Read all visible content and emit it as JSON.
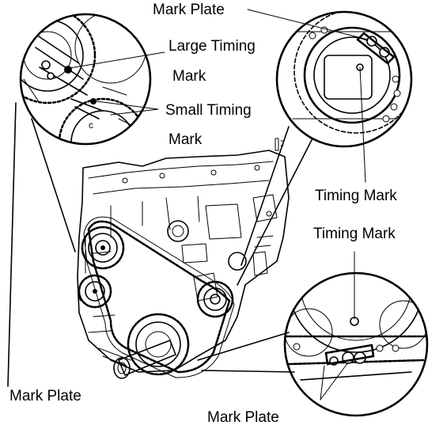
{
  "labels": {
    "mark_plate_top": "Mark Plate",
    "large_timing_line1": "Large Timing",
    "large_timing_line2": "Mark",
    "small_timing_line1": "Small Timing",
    "small_timing_line2": "Mark",
    "timing_mark_right": "Timing Mark",
    "timing_mark_lower": "Timing Mark",
    "mark_plate_left": "Mark Plate",
    "mark_plate_bottom": "Mark Plate"
  },
  "colors": {
    "ink": "#000000",
    "paper": "#ffffff"
  }
}
